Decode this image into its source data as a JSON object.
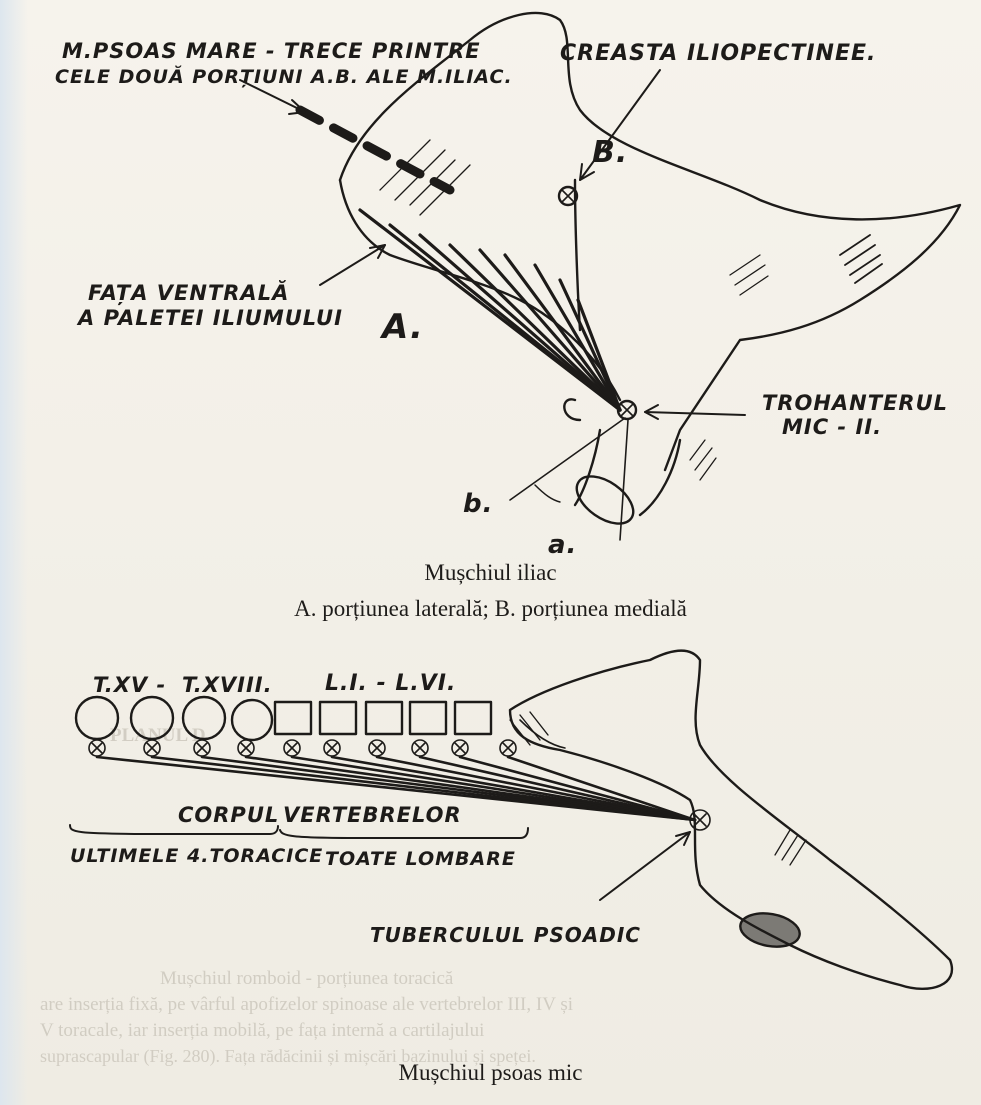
{
  "figure1": {
    "labels": {
      "psoas_line1": "M.PSOAS MARE - TRECE PRINTRE",
      "psoas_line2": "CELE DOUĂ PORȚIUNI A.B. ALE M.ILIAC.",
      "crest": "CREASTA ILIOPECTINEE.",
      "letter_b_upper": "B.",
      "ventral_line1": "FAȚA VENTRALĂ",
      "ventral_line2": "A PALETEI ILIUMULUI",
      "letter_a_upper": "A.",
      "trochanter_line1": "TROHANTERUL",
      "trochanter_line2": "MIC - II.",
      "letter_b_lower": "b.",
      "letter_a_lower": "a."
    },
    "caption_title": "Mușchiul iliac",
    "caption_sub": "A. porțiunea laterală; B. porțiunea medială"
  },
  "figure2": {
    "labels": {
      "txv": "T.XV -",
      "txviii": "T.XVIII.",
      "li_lvi": "L.I. - L.VI.",
      "corpul": "CORPUL",
      "vertebrelor": "VERTEBRELOR",
      "ultimele": "ULTIMELE 4.TORACICE",
      "toate": "TOATE LOMBARE",
      "tubercul": "TUBERCULUL PSOADIC"
    },
    "caption_title": "Mușchiul psoas mic"
  },
  "bleedthrough": {
    "line1": "PLANUL D",
    "line2": "Mușchiul romboid - porțiunea toracică",
    "line3": "are inserția fixă, pe vârful apofizelor spinoase ale vertebrelor III, IV și",
    "line4": "V toracale, iar inserția mobilă, pe fața internă a cartilajului",
    "line5": "suprascapular (Fig. 280). Fața rădăcinii și mișcări bazinului și speței."
  },
  "colors": {
    "ink": "#1d1b19",
    "paper": "#f4f1ea",
    "faded": "#b9b3a8"
  }
}
